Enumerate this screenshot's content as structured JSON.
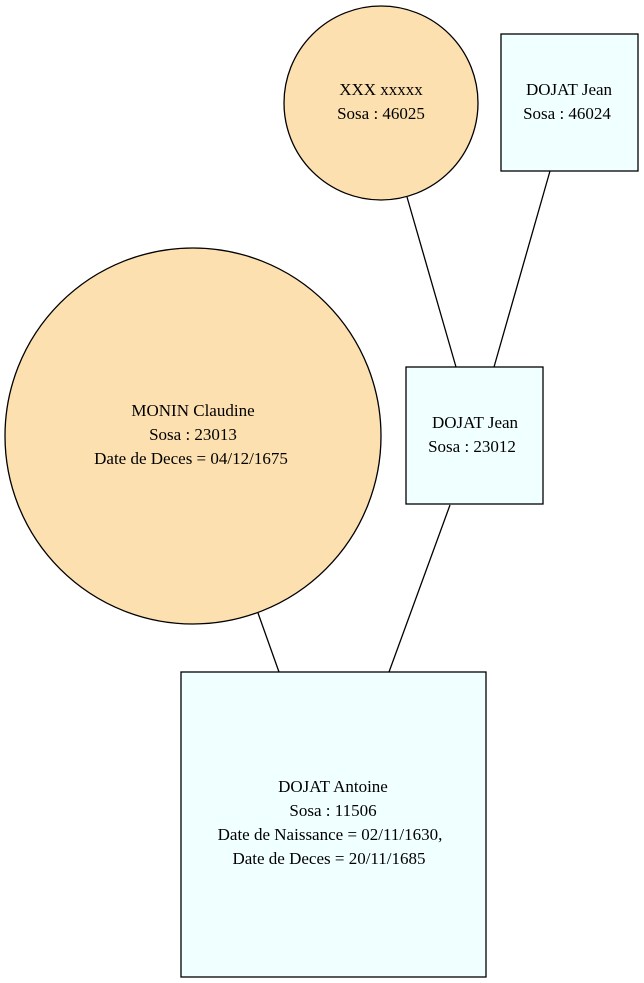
{
  "colors": {
    "female_fill": "#fde0b0",
    "male_fill": "#f0ffff",
    "stroke": "#000000"
  },
  "nodes": {
    "xxx": {
      "shape": "circle",
      "lines": [
        "XXX xxxxx",
        "Sosa : 46025"
      ]
    },
    "dojat_jean_46024": {
      "shape": "box",
      "lines": [
        "DOJAT Jean",
        "Sosa : 46024"
      ]
    },
    "monin_claudine": {
      "shape": "circle",
      "lines": [
        "MONIN Claudine",
        "Sosa : 23013",
        "Date de Deces = 04/12/1675"
      ]
    },
    "dojat_jean_23012": {
      "shape": "box",
      "lines": [
        "DOJAT Jean",
        "Sosa : 23012"
      ]
    },
    "dojat_antoine": {
      "shape": "box",
      "lines": [
        "DOJAT Antoine",
        "Sosa : 11506",
        "Date de Naissance = 02/11/1630,",
        "Date de Deces = 20/11/1685"
      ]
    }
  },
  "edges": [
    {
      "from": "xxx",
      "to": "dojat_jean_23012"
    },
    {
      "from": "dojat_jean_46024",
      "to": "dojat_jean_23012"
    },
    {
      "from": "monin_claudine",
      "to": "dojat_antoine"
    },
    {
      "from": "dojat_jean_23012",
      "to": "dojat_antoine"
    }
  ]
}
